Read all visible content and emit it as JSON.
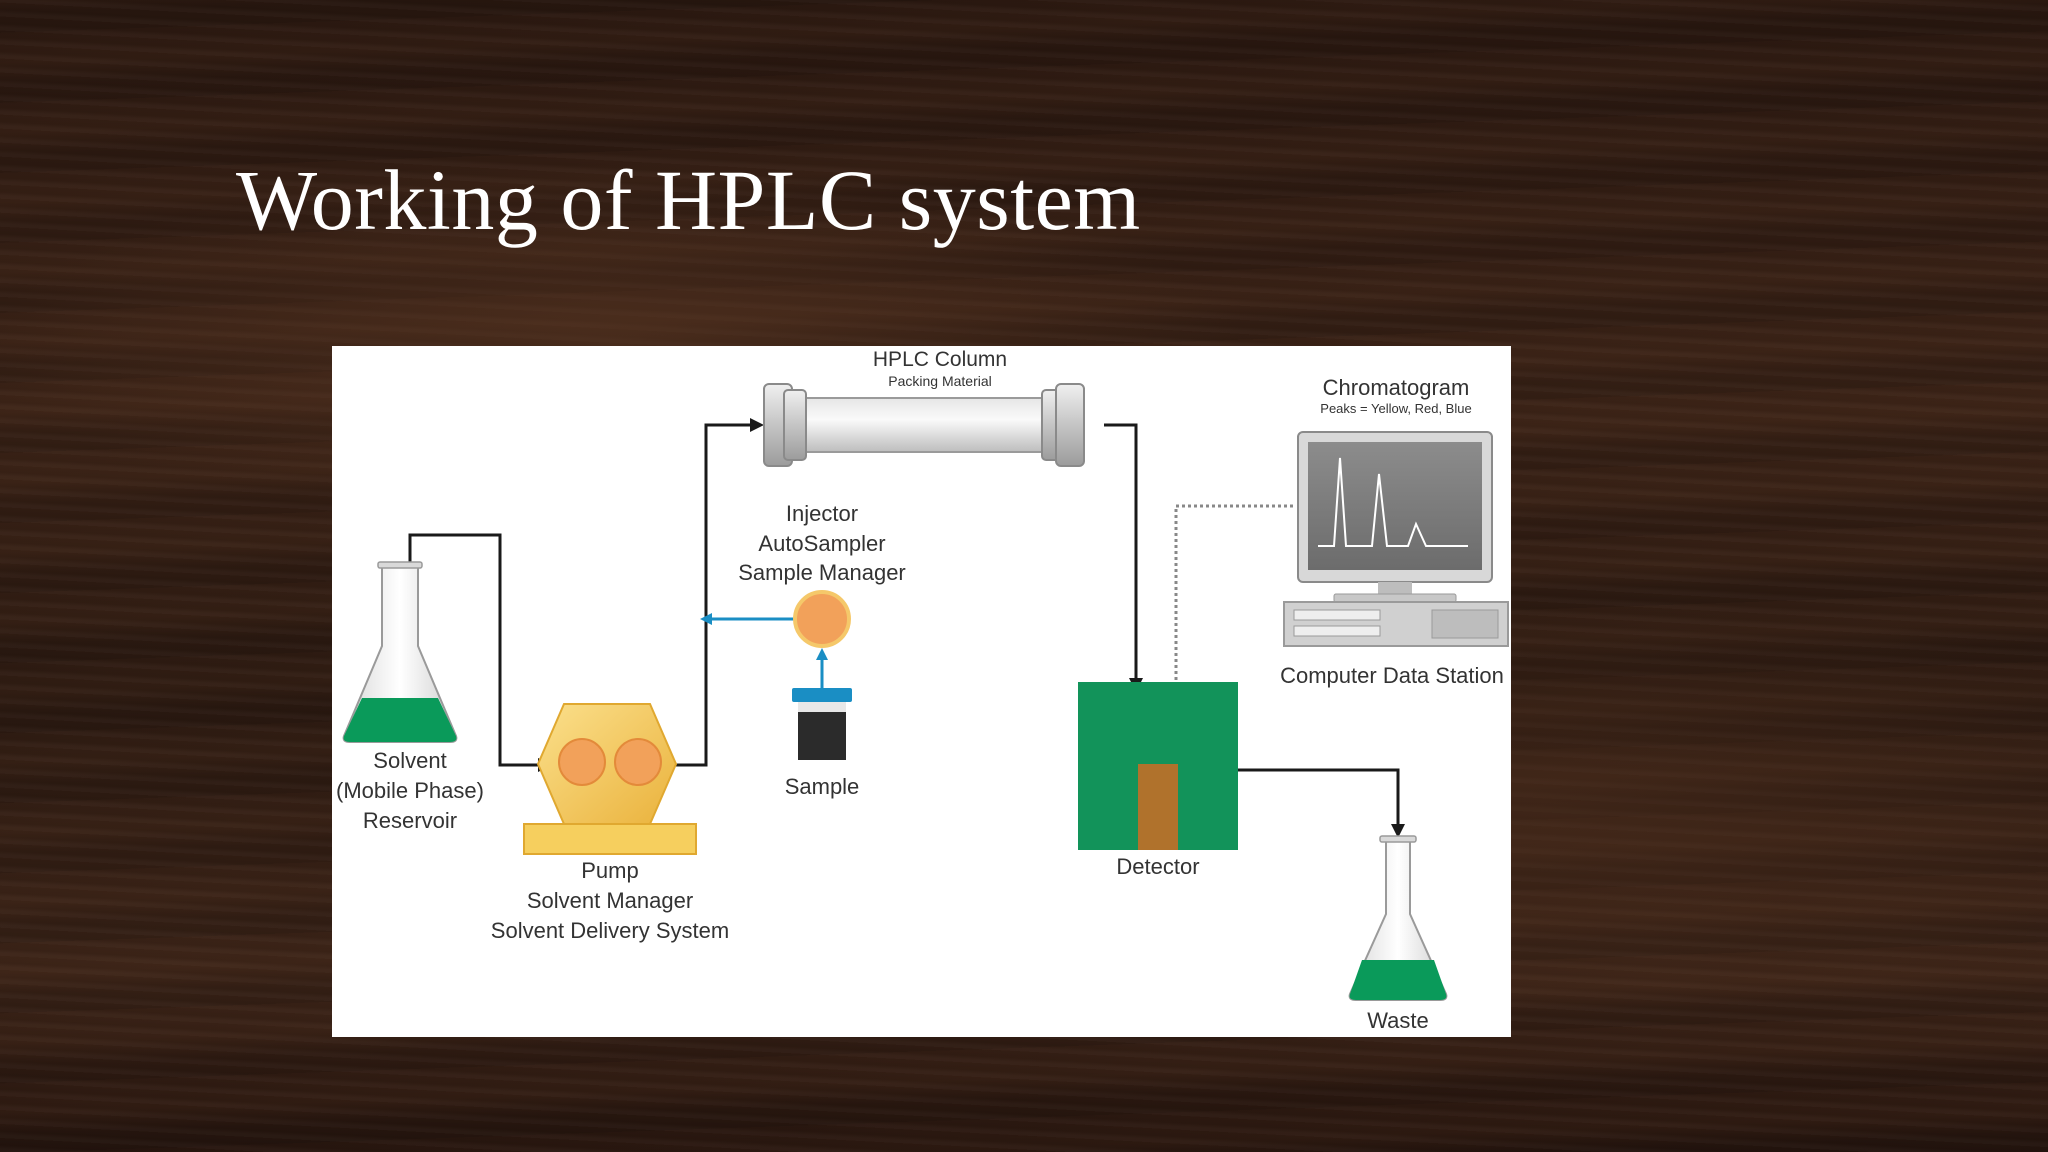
{
  "slide": {
    "title": "Working of HPLC system"
  },
  "diagram": {
    "column": {
      "title": "HPLC Column",
      "subtitle": "Packing Material"
    },
    "chromatogram": {
      "title": "Chromatogram",
      "subtitle": "Peaks = Yellow, Red, Blue"
    },
    "injector": {
      "line1": "Injector",
      "line2": "AutoSampler",
      "line3": "Sample Manager"
    },
    "solvent": {
      "line1": "Solvent",
      "line2": "(Mobile Phase)",
      "line3": "Reservoir"
    },
    "pump": {
      "line1": "Pump",
      "line2": "Solvent Manager",
      "line3": "Solvent Delivery System"
    },
    "sample": {
      "label": "Sample"
    },
    "computer": {
      "label": "Computer Data Station"
    },
    "detector": {
      "label": "Detector"
    },
    "waste": {
      "label": "Waste"
    },
    "colors": {
      "liquid": "#0a9a5a",
      "detector": "#12935a",
      "pump": "#f3c24e",
      "pump_disc": "#f2a15a",
      "injector_arrow": "#1a8ec4",
      "line": "#1a1a1a"
    }
  }
}
